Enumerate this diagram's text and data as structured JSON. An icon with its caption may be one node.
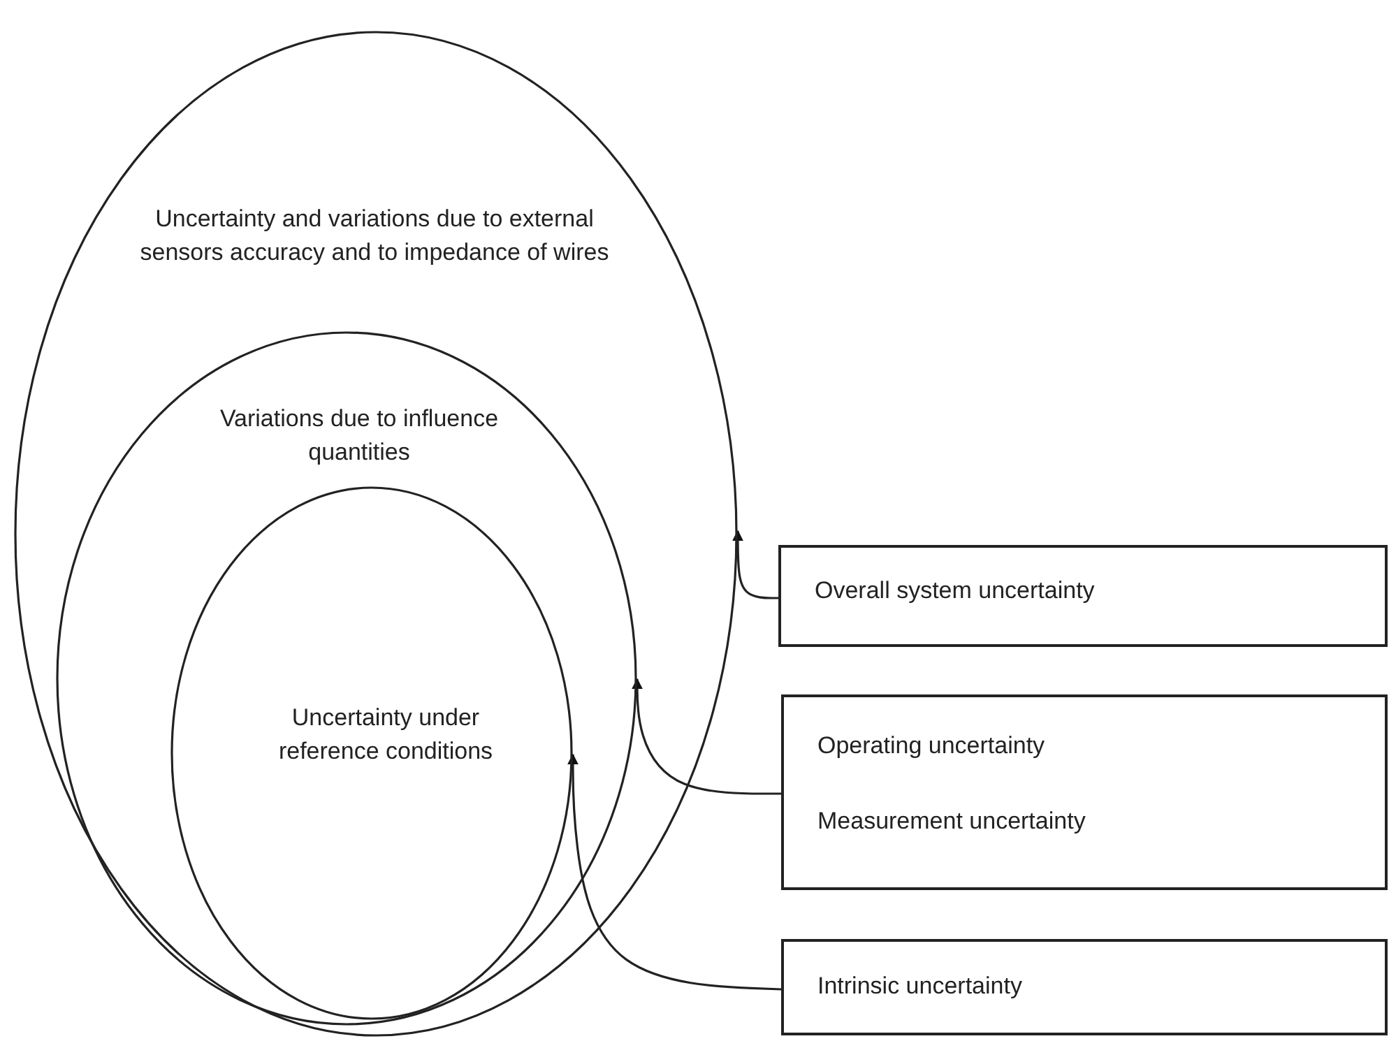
{
  "diagram": {
    "nodes": [
      {
        "text": [
          "Uncertainty and variations due to external sensors accuracy and to impedance of wires"
        ]
      },
      {
        "text": [
          "Variations due to influence quantities"
        ],
        "in": 0
      },
      {
        "text": [
          "Uncertainty under reference conditions"
        ],
        "in": 1
      },
      {
        "text": [
          "Overall system uncertainty"
        ]
      },
      {
        "text": [
          "Operating uncertainty",
          "Measurement uncertainty"
        ]
      },
      {
        "text": [
          "Intrinsic uncertainty"
        ]
      }
    ],
    "edges": [
      {
        "from": 3,
        "to": 0,
        "arrow": "to"
      },
      {
        "from": 4,
        "to": 1,
        "arrow": "to"
      },
      {
        "from": 5,
        "to": 2,
        "arrow": "to"
      }
    ]
  }
}
